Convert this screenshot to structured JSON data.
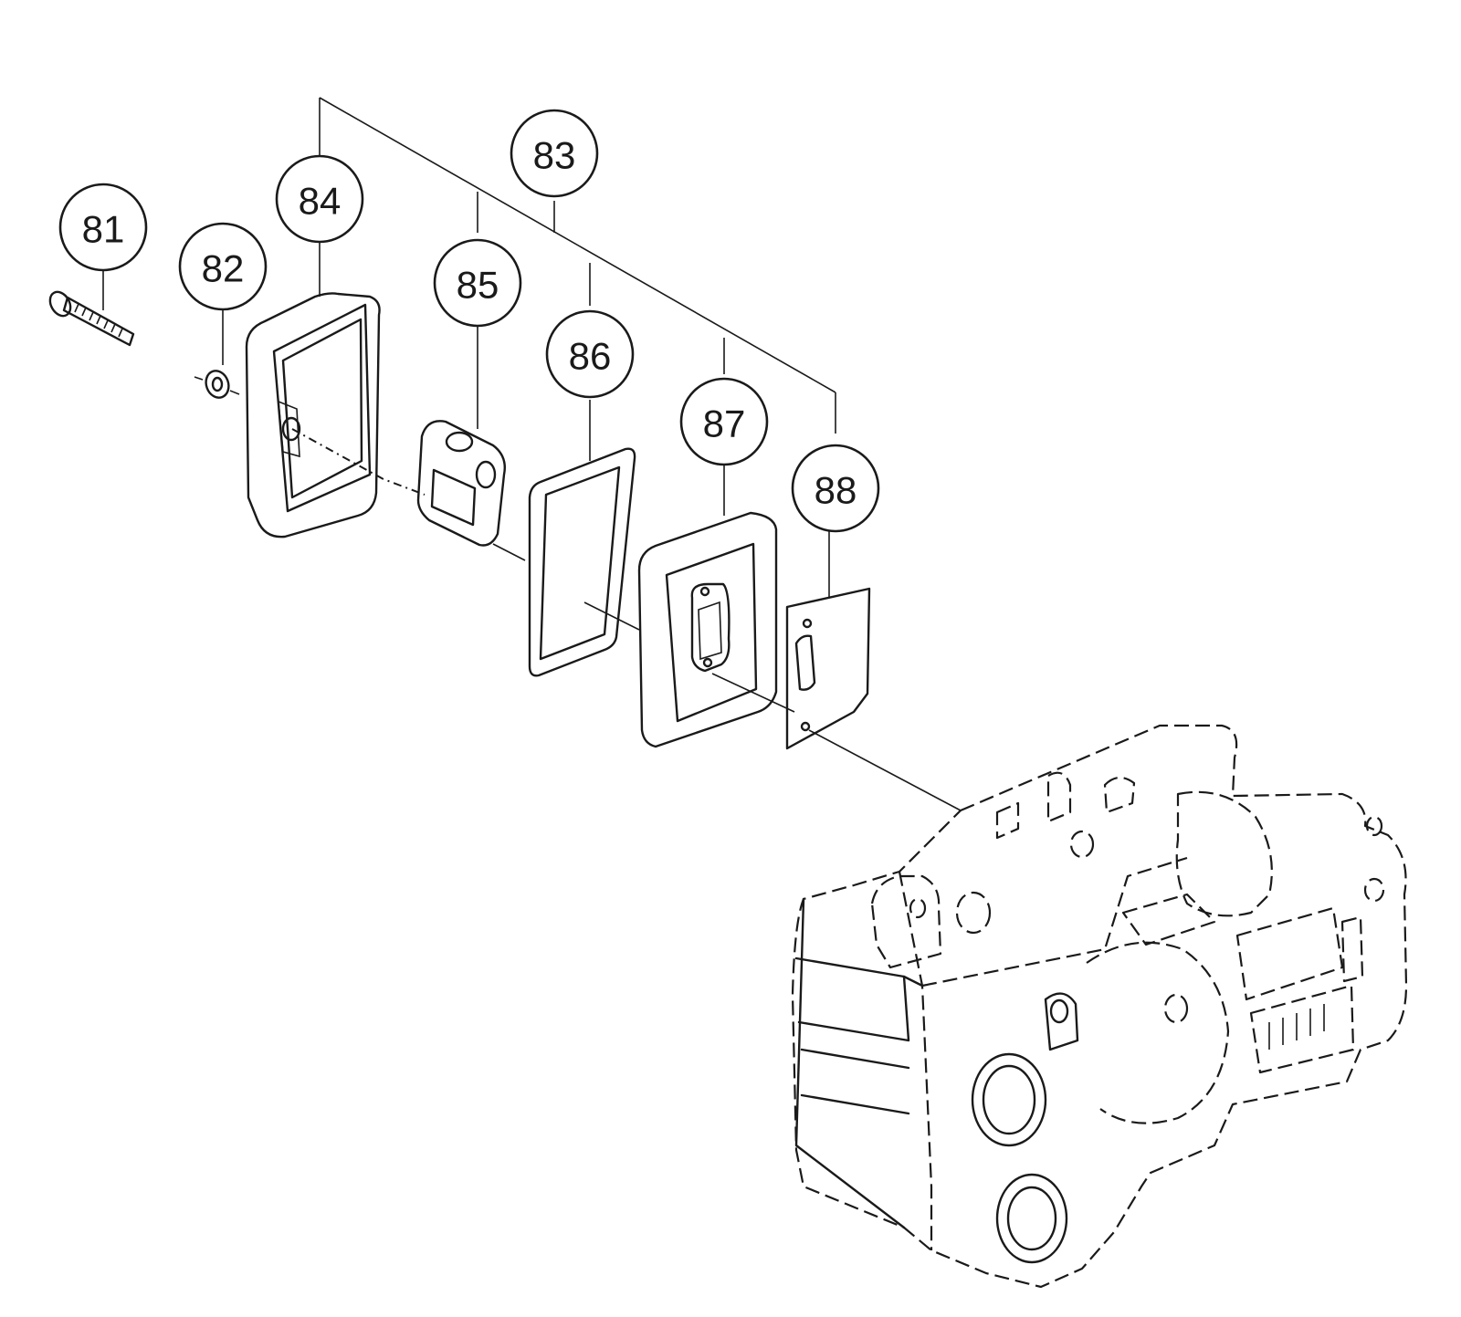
{
  "callouts": {
    "c81": "81",
    "c82": "82",
    "c83": "83",
    "c84": "84",
    "c85": "85",
    "c86": "86",
    "c87": "87",
    "c88": "88"
  },
  "colors": {
    "line": "#1a1a1a",
    "background": "#ffffff"
  }
}
